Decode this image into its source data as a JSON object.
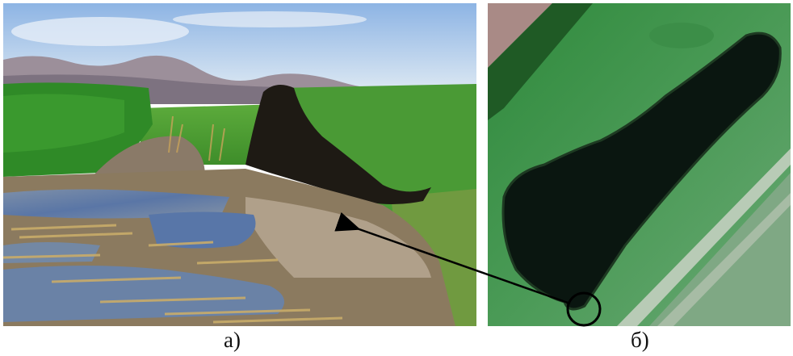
{
  "figure": {
    "panel_a": {
      "caption": "а)",
      "content": "ground-photo"
    },
    "panel_b": {
      "caption": "б)",
      "content": "satellite-image"
    },
    "annotation": {
      "type": "arrow-to-circle",
      "color": "#000000"
    },
    "colors": {
      "sky": "#a9c6e8",
      "grass": "#3f9a2e",
      "water": "#6f86a8",
      "lake": "#0b1a12",
      "field": "#3d8a4a"
    }
  }
}
